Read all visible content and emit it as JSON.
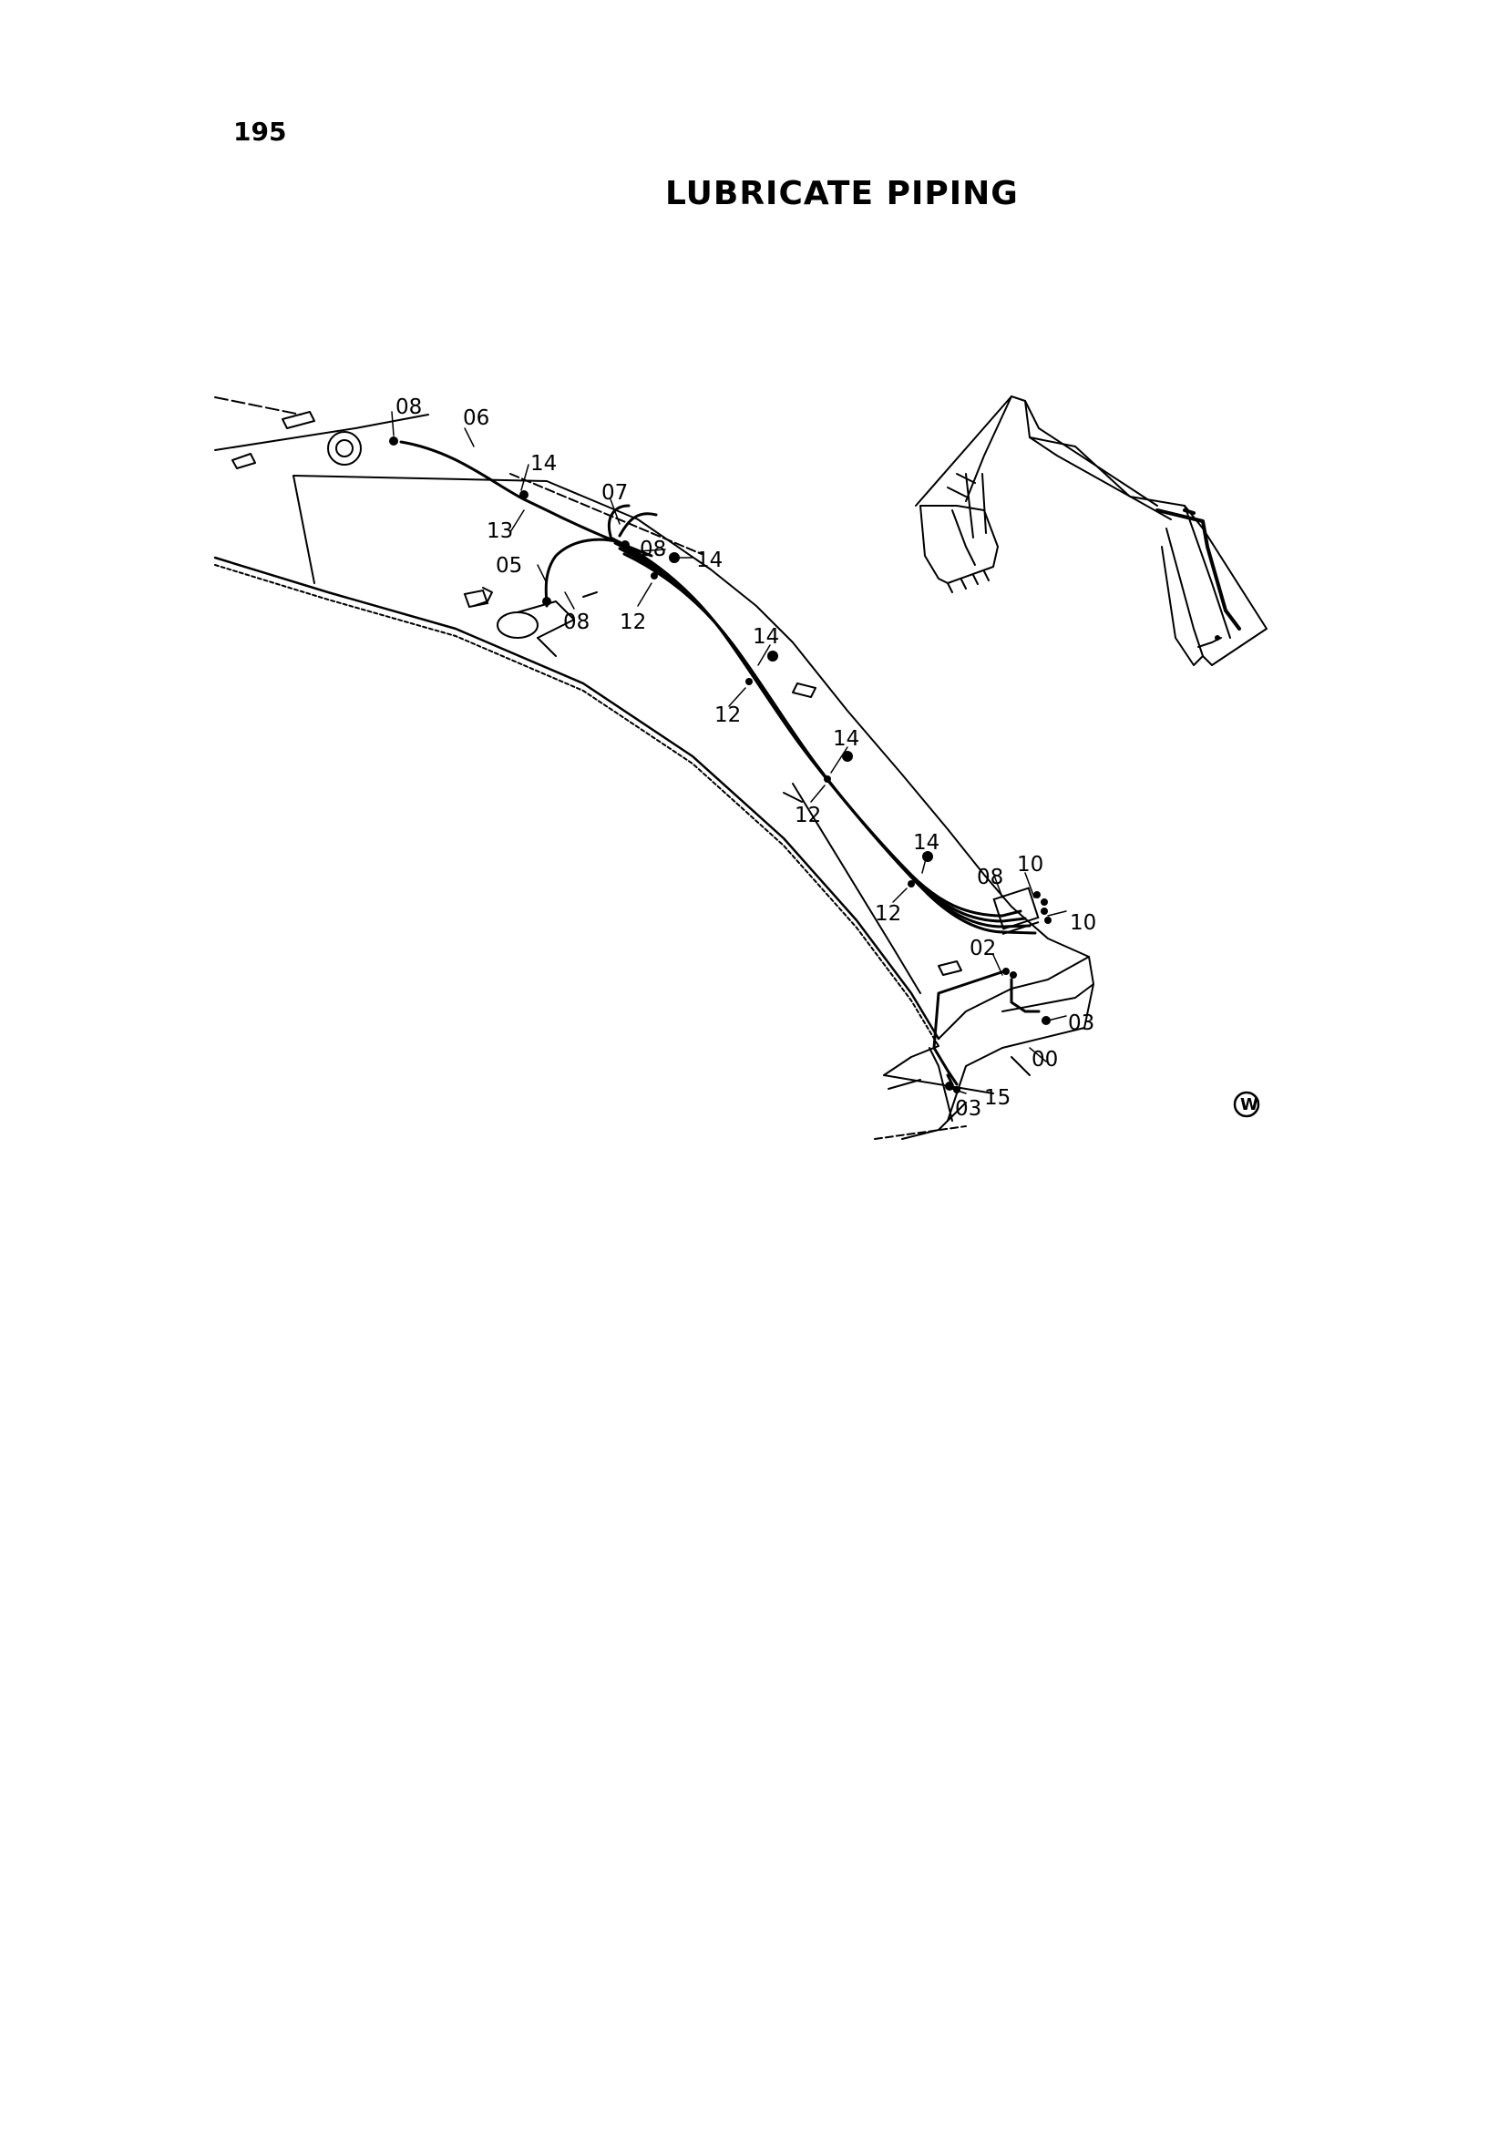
{
  "page": {
    "number": "195",
    "title": "LUBRICATE PIPING"
  },
  "callouts": [
    {
      "id": "c-08-top",
      "text": "08"
    },
    {
      "id": "c-06",
      "text": "06"
    },
    {
      "id": "c-14-a",
      "text": "14"
    },
    {
      "id": "c-07",
      "text": "07"
    },
    {
      "id": "c-13",
      "text": "13"
    },
    {
      "id": "c-05",
      "text": "05"
    },
    {
      "id": "c-08-mid",
      "text": "08"
    },
    {
      "id": "c-14-b",
      "text": "14"
    },
    {
      "id": "c-08-low",
      "text": "08"
    },
    {
      "id": "c-12-a",
      "text": "12"
    },
    {
      "id": "c-14-c",
      "text": "14"
    },
    {
      "id": "c-12-b",
      "text": "12"
    },
    {
      "id": "c-14-d",
      "text": "14"
    },
    {
      "id": "c-12-c",
      "text": "12"
    },
    {
      "id": "c-14-e",
      "text": "14"
    },
    {
      "id": "c-08-end",
      "text": "08"
    },
    {
      "id": "c-10-a",
      "text": "10"
    },
    {
      "id": "c-10-b",
      "text": "10"
    },
    {
      "id": "c-12-d",
      "text": "12"
    },
    {
      "id": "c-02",
      "text": "02"
    },
    {
      "id": "c-03-a",
      "text": "03"
    },
    {
      "id": "c-00",
      "text": "00"
    },
    {
      "id": "c-03-b",
      "text": "03"
    },
    {
      "id": "c-15",
      "text": "15"
    }
  ],
  "watermark": "W",
  "icons": {
    "grease-nipple": "grease-nipple-icon",
    "clamp": "clamp-icon",
    "excavator": "excavator-overview-icon",
    "watermark": "circled-w-icon"
  }
}
